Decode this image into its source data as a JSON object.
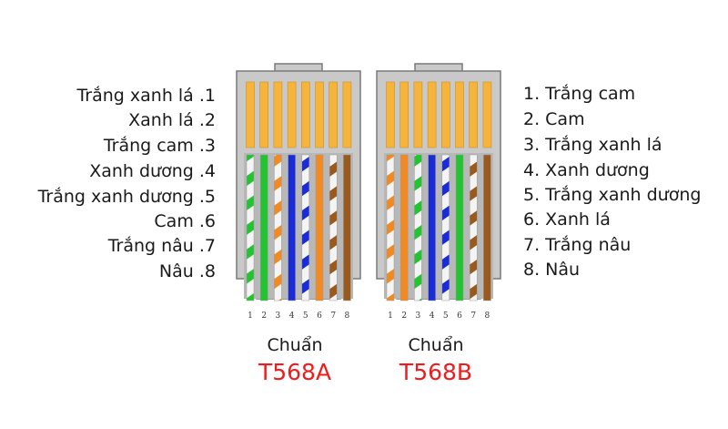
{
  "colors": {
    "gold": "#f6b43a",
    "white": "#f4f4f4",
    "green": "#22c431",
    "orange": "#f28a21",
    "blue": "#1a2bd8",
    "brown": "#9a5a1e",
    "standard_red": "#ee1c1c",
    "housing": "#c9c9c9",
    "housing_stroke": "#7a7a7a"
  },
  "connectors": [
    {
      "id": "t568a",
      "caption": "Chuẩn",
      "code": "T568A",
      "pins": [
        {
          "num": "1",
          "label": "Trắng xanh lá .1",
          "base": "green",
          "striped": true
        },
        {
          "num": "2",
          "label": "Xanh lá .2",
          "base": "green",
          "striped": false
        },
        {
          "num": "3",
          "label": "Trắng cam .3",
          "base": "orange",
          "striped": true
        },
        {
          "num": "4",
          "label": "Xanh dương .4",
          "base": "blue",
          "striped": false
        },
        {
          "num": "5",
          "label": "Trắng xanh dương .5",
          "base": "blue",
          "striped": true
        },
        {
          "num": "6",
          "label": "Cam .6",
          "base": "orange",
          "striped": false
        },
        {
          "num": "7",
          "label": "Trắng nâu .7",
          "base": "brown",
          "striped": true
        },
        {
          "num": "8",
          "label": "Nâu .8",
          "base": "brown",
          "striped": false
        }
      ]
    },
    {
      "id": "t568b",
      "caption": "Chuẩn",
      "code": "T568B",
      "pins": [
        {
          "num": "1",
          "label": "1. Trắng cam",
          "base": "orange",
          "striped": true
        },
        {
          "num": "2",
          "label": "2. Cam",
          "base": "orange",
          "striped": false
        },
        {
          "num": "3",
          "label": "3. Trắng xanh lá",
          "base": "green",
          "striped": true
        },
        {
          "num": "4",
          "label": "4. Xanh dương",
          "base": "blue",
          "striped": false
        },
        {
          "num": "5",
          "label": "5. Trắng xanh dương",
          "base": "blue",
          "striped": true
        },
        {
          "num": "6",
          "label": "6. Xanh lá",
          "base": "green",
          "striped": false
        },
        {
          "num": "7",
          "label": "7. Trắng nâu",
          "base": "brown",
          "striped": true
        },
        {
          "num": "8",
          "label": "8. Nâu",
          "base": "brown",
          "striped": false
        }
      ]
    }
  ]
}
